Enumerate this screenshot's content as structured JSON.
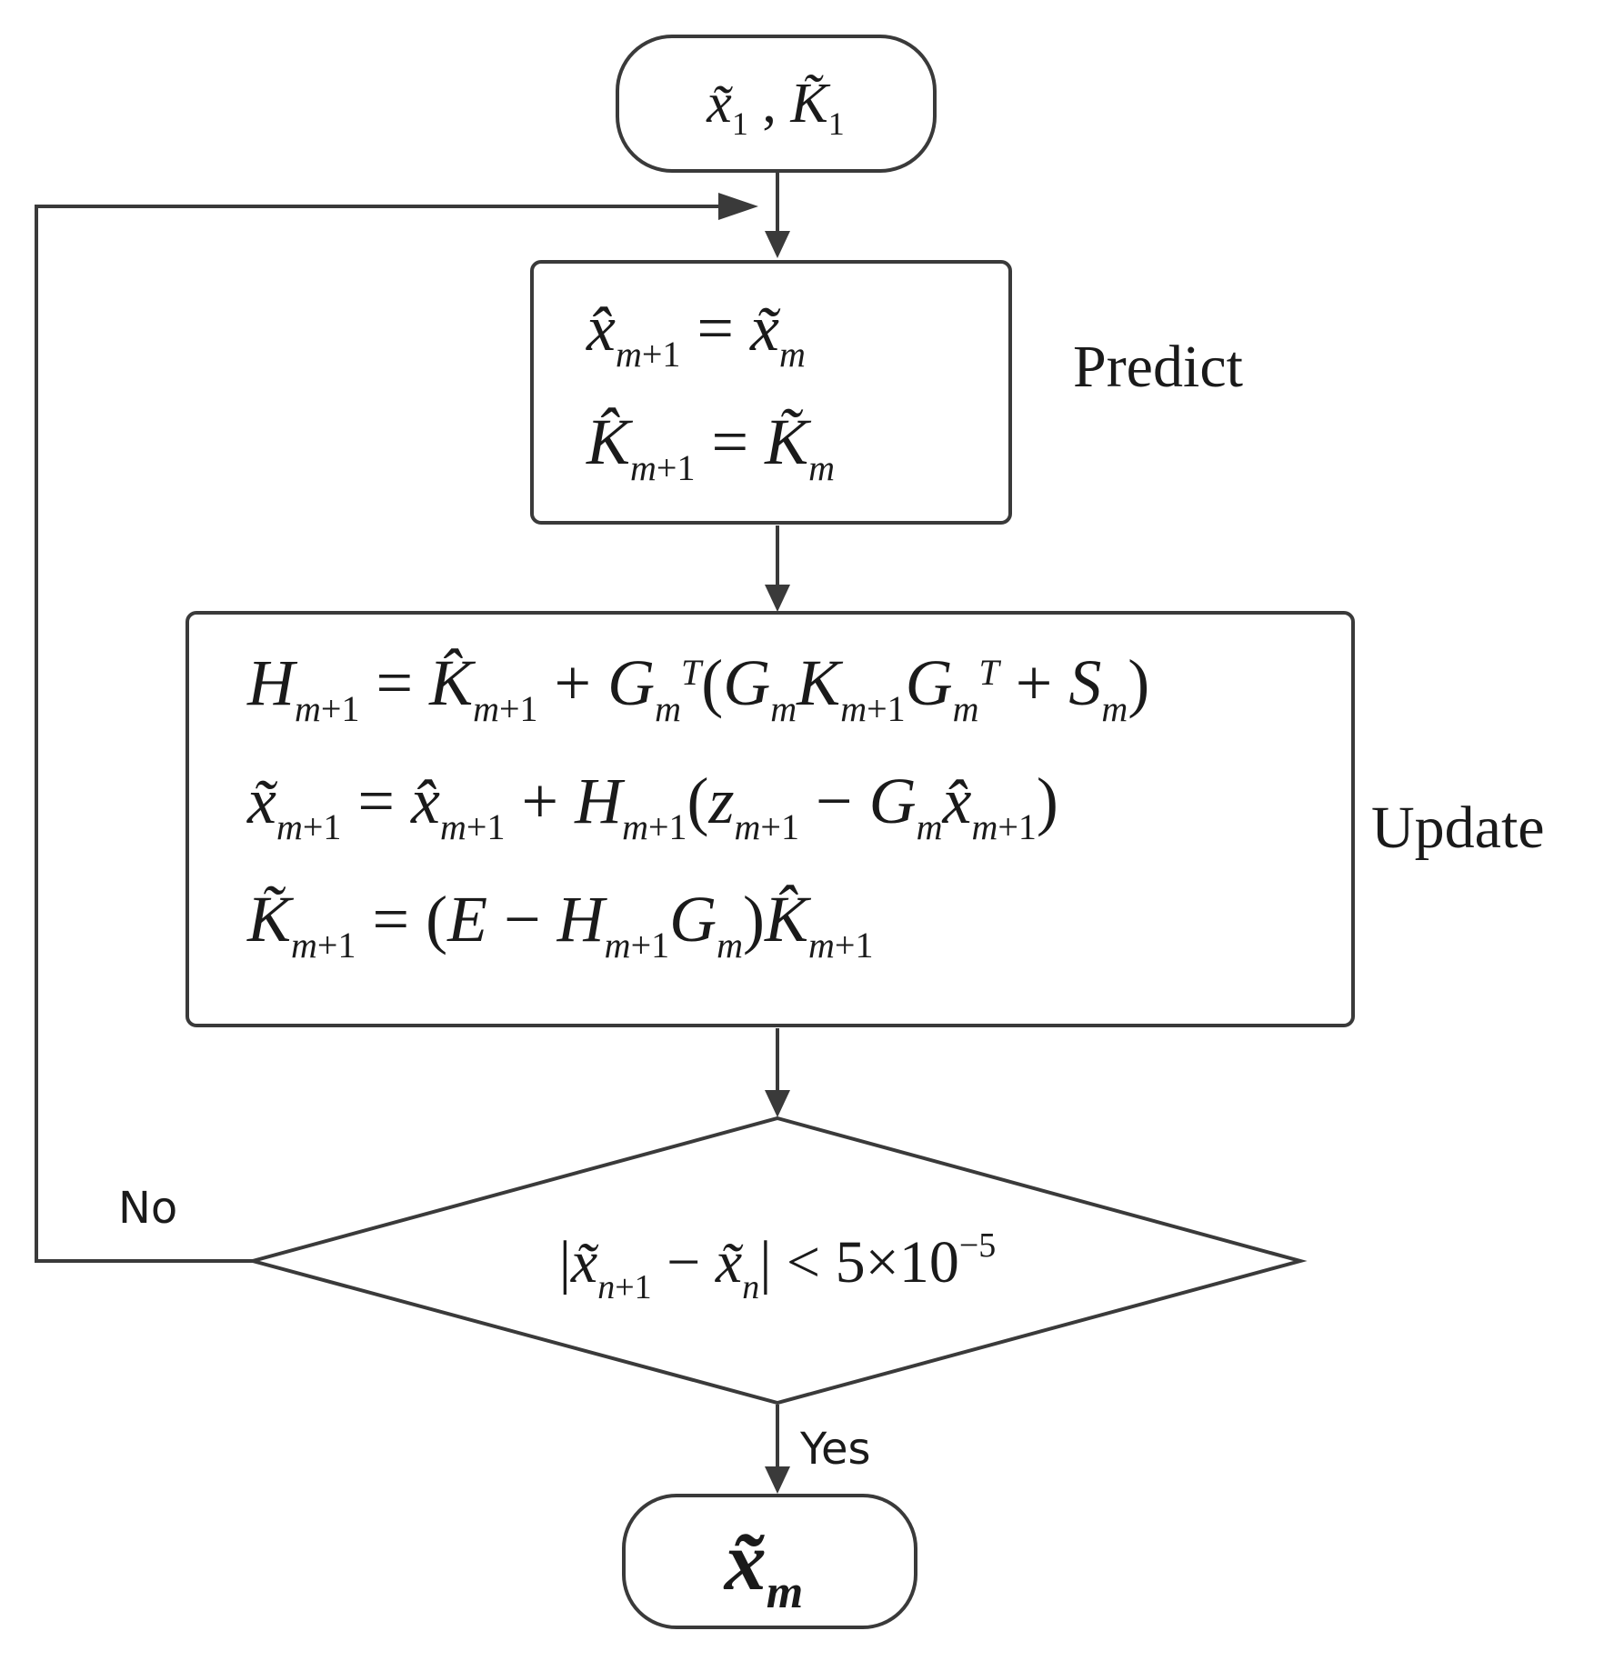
{
  "flowchart": {
    "nodes": [
      {
        "id": "start",
        "shape": "terminator",
        "text": "x̃₁ , K̃₁"
      },
      {
        "id": "predict",
        "shape": "process",
        "lines": [
          "x̂ₘ₊₁ = x̃ₘ",
          "K̂ₘ₊₁ = K̃ₘ"
        ]
      },
      {
        "id": "update",
        "shape": "process",
        "lines": [
          "Hₘ₊₁ = K̂ₘ₊₁ + Gₘᵀ(GₘKₘ₊₁Gₘᵀ + Sₘ)",
          "x̃ₘ₊₁ = x̂ₘ₊₁ + Hₘ₊₁(zₘ₊₁ − Gₘx̂ₘ₊₁)",
          "K̃ₘ₊₁ = (E − Hₘ₊₁Gₘ)K̂ₘ₊₁"
        ]
      },
      {
        "id": "check",
        "shape": "decision",
        "text": "|x̃ₙ₊₁ − x̃ₙ| < 5×10⁻⁵"
      },
      {
        "id": "end",
        "shape": "terminator",
        "text": "x̃ₘ"
      }
    ],
    "edges": [
      {
        "from": "start",
        "to": "predict"
      },
      {
        "from": "predict",
        "to": "update"
      },
      {
        "from": "update",
        "to": "check"
      },
      {
        "from": "check",
        "to": "end",
        "label": "Yes"
      },
      {
        "from": "check",
        "to": "predict",
        "label": "No"
      }
    ],
    "side_labels": {
      "predict": "Predict",
      "update": "Update"
    },
    "branch_labels": {
      "no": "No",
      "yes": "Yes"
    }
  }
}
